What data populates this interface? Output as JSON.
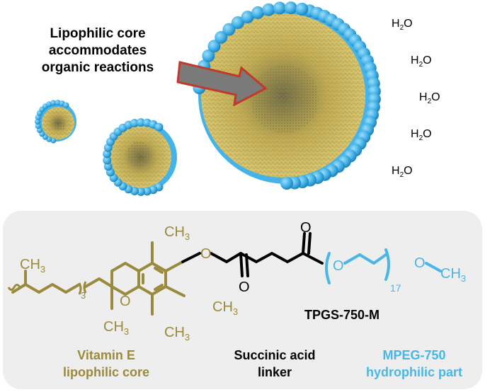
{
  "micelle_illustration": {
    "callout_lines": [
      "Lipophilic core",
      "accommodates",
      "organic reactions"
    ],
    "water_label": {
      "main": "H",
      "subscript": "2",
      "tail": "O"
    },
    "colors": {
      "shell": "#44b3e8",
      "core": "#c9b35a",
      "core_dark": "#8f7d2f",
      "arrow_fill": "#7a7a7a",
      "arrow_border": "#c0392b"
    }
  },
  "structure": {
    "compound_name": "TPGS-750-M",
    "atoms": {
      "methyl": "CH",
      "methyl_sub": "3",
      "oxygen": "O",
      "repeat_tail": "3",
      "peg_repeat": "17"
    },
    "captions": {
      "vitamin_e": [
        "Vitamin E",
        "lipophilic core"
      ],
      "linker": [
        "Succinic acid",
        "linker"
      ],
      "mpeg": [
        "MPEG-750",
        "hydrophilic part"
      ]
    },
    "colors": {
      "vitamin_e": "#9a8a3e",
      "linker": "#000000",
      "mpeg": "#49b6e6"
    }
  }
}
